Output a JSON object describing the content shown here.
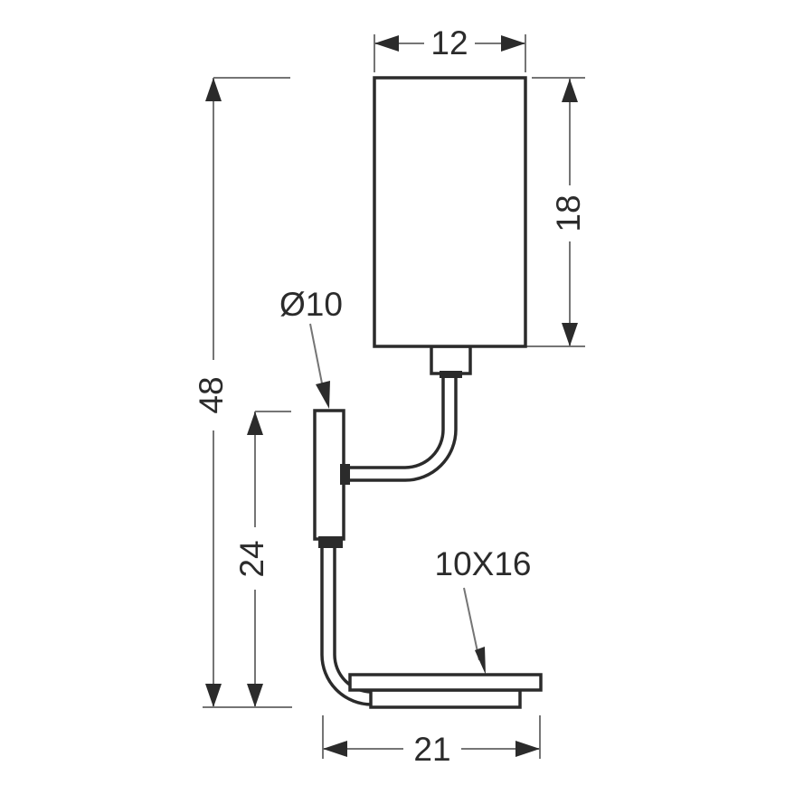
{
  "drawing": {
    "type": "technical-dimension-drawing",
    "subject": "wall-lamp-side-view",
    "dims": {
      "shade_width": "12",
      "shade_height": "18",
      "overall_height": "48",
      "lower_section_height": "24",
      "base_length": "21"
    },
    "labels": {
      "tube_diameter": "Ø10",
      "base_profile": "10X16"
    },
    "colors": {
      "outline": "#2b2b2b",
      "dimension_line": "#757575",
      "text": "#2b2b2b",
      "background": "#ffffff"
    }
  }
}
